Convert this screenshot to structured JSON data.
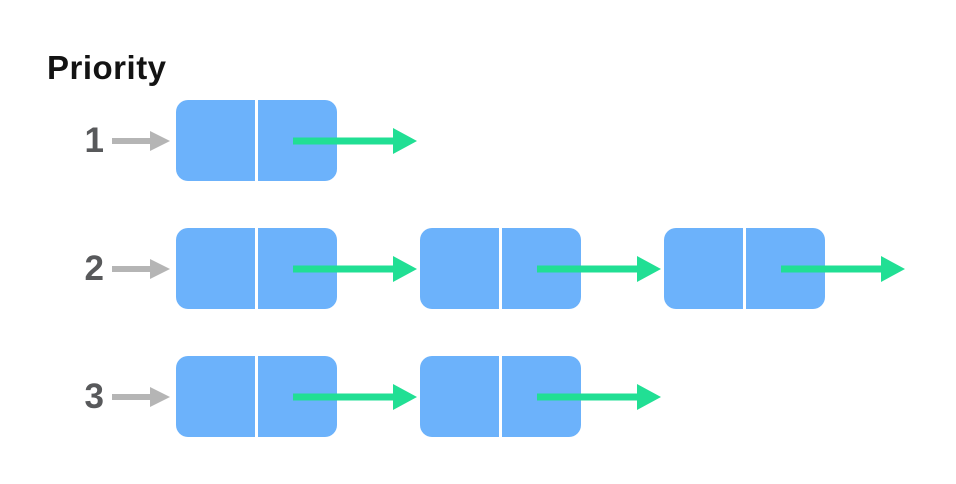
{
  "title": "Priority",
  "rows": [
    {
      "label": "1",
      "nodes": 1
    },
    {
      "label": "2",
      "nodes": 3
    },
    {
      "label": "3",
      "nodes": 2
    }
  ],
  "colors": {
    "node_fill": "#6cb2fb",
    "node_divider": "#ffffff",
    "next_pointer_green": "#21df94",
    "head_pointer_gray": "#b5b5b5",
    "row_label_gray": "#58595b",
    "title_black": "#131313",
    "background": "#ffffff"
  },
  "icons": {
    "head_pointer": "gray-right-arrow-icon",
    "next_pointer": "green-right-arrow-icon"
  }
}
